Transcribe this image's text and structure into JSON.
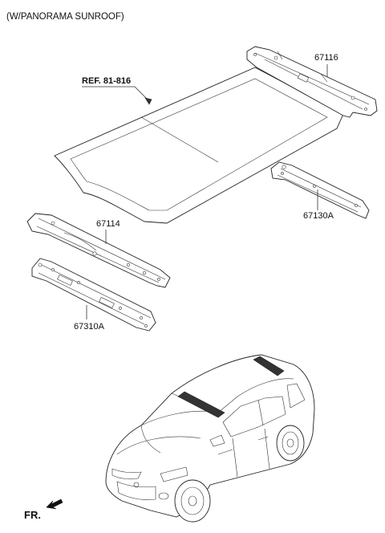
{
  "header": {
    "title": "(W/PANORAMA SUNROOF)"
  },
  "reference": {
    "label": "REF. 81-816"
  },
  "parts": [
    {
      "number": "67116"
    },
    {
      "number": "67130A"
    },
    {
      "number": "67114"
    },
    {
      "number": "67310A"
    }
  ],
  "front_indicator": {
    "label": "FR."
  }
}
